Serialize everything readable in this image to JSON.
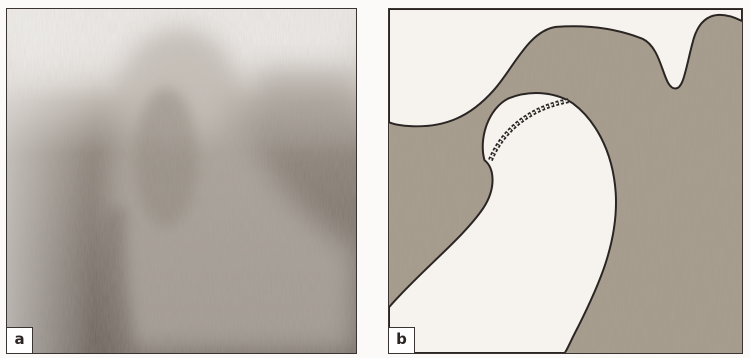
{
  "panels": [
    {
      "label": "a",
      "kind": "radiograph",
      "palette": {
        "light": "#f2f0ee",
        "mid": "#9d958a",
        "dark": "#5f5650"
      }
    },
    {
      "label": "b",
      "kind": "schematic drawing",
      "palette": {
        "bone": "#f6f3ee",
        "soft_tissue": "#a59b8c",
        "outline": "#2a2523"
      }
    }
  ]
}
